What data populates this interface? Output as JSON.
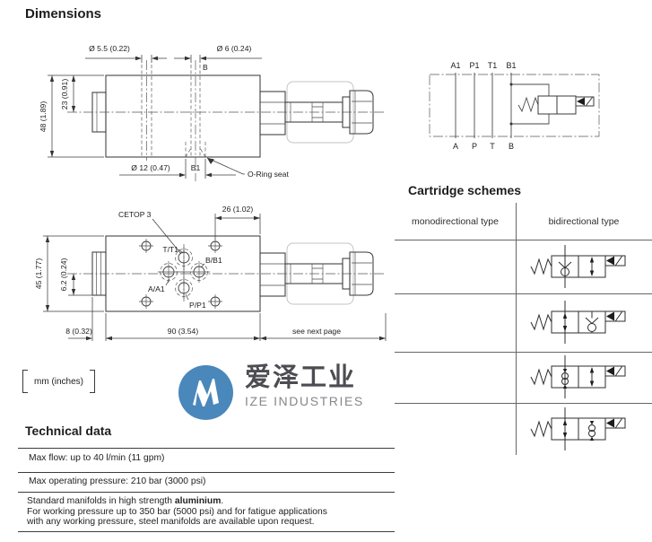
{
  "headings": {
    "dimensions": "Dimensions",
    "cartridge": "Cartridge schemes",
    "technical": "Technical data"
  },
  "units_note": "mm (inches)",
  "side_view": {
    "dia_small": "Ø 5.5 (0.22)",
    "dia_b": "Ø 6 (0.24)",
    "port_b": "B",
    "height_total": "48 (1.89)",
    "height_half": "23 (0.91)",
    "dia_seat": "Ø 12 (0.47)",
    "port_b1": "B1",
    "oring_label": "O-Ring seat"
  },
  "top_view": {
    "cetop": "CETOP 3",
    "dim_26": "26 (1.02)",
    "dim_45": "45 (1.77)",
    "dim_62": "6.2 (0.24)",
    "dim_8": "8 (0.32)",
    "dim_90": "90 (3.54)",
    "see_next": "see next page",
    "port_t": "T/T1",
    "port_b": "B/B1",
    "port_a": "A/A1",
    "port_p": "P/P1"
  },
  "schematic": {
    "ports_top": [
      "A1",
      "P1",
      "T1",
      "B1"
    ],
    "ports_bottom": [
      "A",
      "P",
      "T",
      "B"
    ]
  },
  "cartridge_table": {
    "col_mono": "monodirectional type",
    "col_bi": "bidirectional type",
    "rows": [
      {
        "mono": "",
        "symbol": "check-valve-then-free-flow"
      },
      {
        "mono": "",
        "symbol": "free-flow-then-check-valve"
      },
      {
        "mono": "",
        "symbol": "double-check-then-free-flow"
      },
      {
        "mono": "",
        "symbol": "free-flow-then-double-check"
      }
    ]
  },
  "logo": {
    "name_cn": "爱泽工业",
    "name_en": "IZE INDUSTRIES",
    "brand_color": "#4a87bb"
  },
  "technical": {
    "row1": "Max flow: up to 40  l/min (11 gpm)",
    "row2": "Max operating pressure: 210 bar (3000 psi)",
    "note1_a": "Standard manifolds in high strength ",
    "note1_b": "aluminium",
    "note1_c": ".",
    "note2": "For working pressure up to 350 bar (5000 psi) and for fatigue applications",
    "note3": "with any working pressure, steel manifolds are available upon request."
  }
}
